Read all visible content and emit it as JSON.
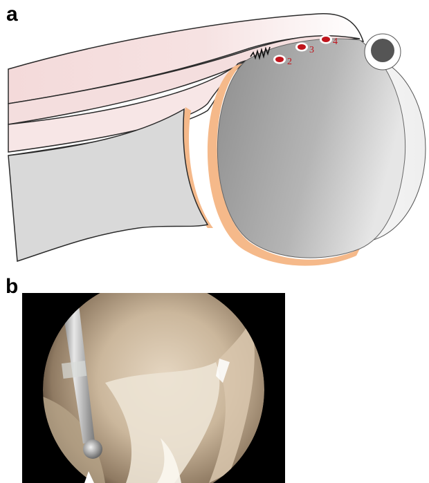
{
  "panels": {
    "a": {
      "label": "a"
    },
    "b": {
      "label": "b"
    }
  },
  "markers": [
    {
      "id": "2",
      "label": "2"
    },
    {
      "id": "3",
      "label": "3"
    },
    {
      "id": "4",
      "label": "4"
    }
  ],
  "colors": {
    "tendon": "#f4dcdc",
    "humeral_head": "#a9a9a9",
    "glenoid": "#d9d9d9",
    "cartilage": "#f5b98a",
    "marker": "#c0141c",
    "scope_background": "#000000"
  }
}
